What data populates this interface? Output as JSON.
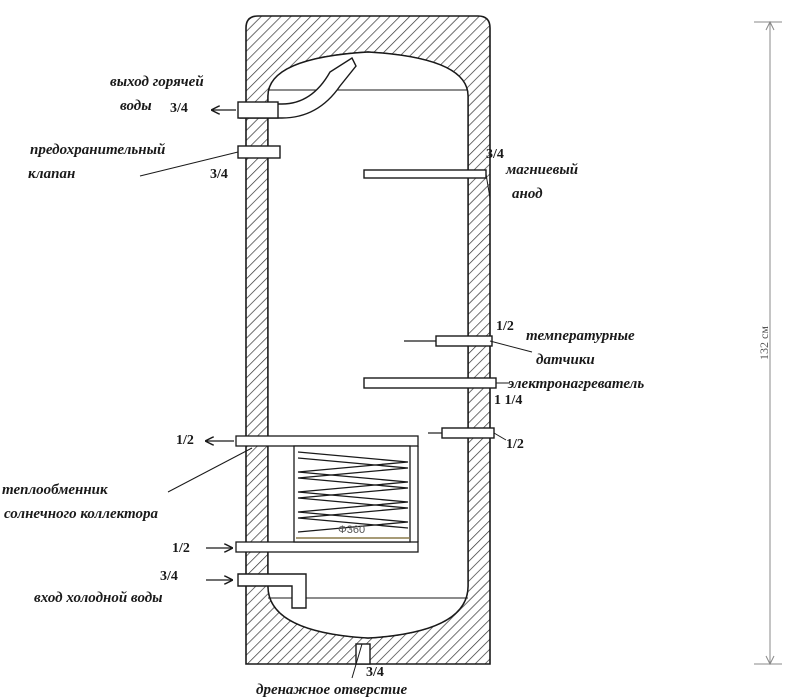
{
  "labels": {
    "hot_water_out": [
      "выход горячей",
      "воды"
    ],
    "safety_valve": [
      "предохранительный",
      "клапан"
    ],
    "magnesium_anode": [
      "магниевый",
      "анод"
    ],
    "temp_sensors": [
      "температурные",
      "датчики"
    ],
    "electric_heater": "электронагреватель",
    "solar_exchanger": [
      "теплообменник",
      "солнечного коллектора"
    ],
    "cold_water_in": "вход холодной воды",
    "drain": "дренажное отверстие"
  },
  "sizes": {
    "hot_out": "3/4",
    "safety": "3/4",
    "anode": "3/4",
    "sensor": "1/2",
    "heater": "1 1/4",
    "sensor_low": "1/2",
    "exch_top": "1/2",
    "exch_bottom": "1/2",
    "cold_in": "3/4",
    "drain": "3/4"
  },
  "dimensions": {
    "height": "132 см",
    "exchanger_diameter": "Φ360"
  },
  "colors": {
    "line": "#1a1a1a",
    "hatch": "#333333",
    "dim_line": "#888888",
    "dia_line": "#8a7a4a"
  }
}
